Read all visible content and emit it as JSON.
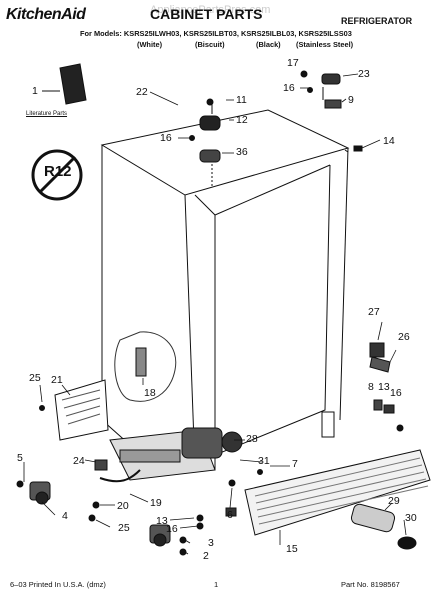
{
  "header": {
    "brand": "KitchenAid",
    "title": "CABINET PARTS",
    "product": "REFRIGERATOR",
    "models_line": "For Models: KSRS25ILWH03, KSRS25ILBT03, KSRS25ILBL03, KSRS25ILSS03",
    "variants": [
      "(White)",
      "(Biscuit)",
      "(Black)",
      "(Stainless Steel)"
    ],
    "watermark": "AppliancePartsPros.com"
  },
  "literature_label": "Literature Parts",
  "r12_symbol": "R12",
  "callouts": [
    "1",
    "22",
    "11",
    "17",
    "23",
    "16",
    "9",
    "12",
    "16",
    "36",
    "14",
    "27",
    "26",
    "8",
    "13",
    "16",
    "25",
    "21",
    "18",
    "28",
    "5",
    "24",
    "31",
    "7",
    "29",
    "30",
    "4",
    "20",
    "19",
    "6",
    "13",
    "16",
    "3",
    "2",
    "15",
    "25"
  ],
  "footer": {
    "left": "6–03 Printed In U.S.A. (dmz)",
    "center": "1",
    "right": "Part No. 8198567"
  }
}
